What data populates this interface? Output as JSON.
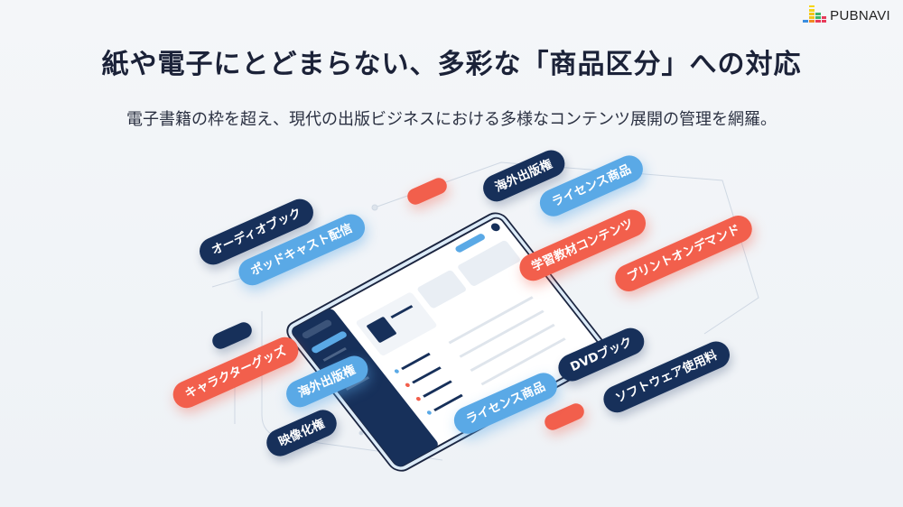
{
  "logo": {
    "text": "PUBNAVI"
  },
  "title": "紙や電子にとどまらない、多彩な「商品区分」への対応",
  "subtitle": "電子書籍の枠を超え、現代の出版ビジネスにおける多様なコンテンツ展開の管理を網羅。",
  "tags": [
    {
      "label": "海外出版権",
      "style": "dark"
    },
    {
      "label": "ライセンス商品",
      "style": "light"
    },
    {
      "label": "オーディオブック",
      "style": "dark"
    },
    {
      "label": "ポッドキャスト配信",
      "style": "light"
    },
    {
      "label": "学習教材コンテンツ",
      "style": "red"
    },
    {
      "label": "プリントオンデマンド",
      "style": "red"
    },
    {
      "label": "キャラクターグッズ",
      "style": "red"
    },
    {
      "label": "海外出版権",
      "style": "light"
    },
    {
      "label": "DVDブック",
      "style": "dark"
    },
    {
      "label": "ソフトウェア使用料",
      "style": "dark"
    },
    {
      "label": "ライセンス商品",
      "style": "light"
    },
    {
      "label": "映像化権",
      "style": "dark"
    }
  ],
  "colors": {
    "navy": "#17305a",
    "blue": "#5aa9e6",
    "red": "#f25f4c"
  }
}
